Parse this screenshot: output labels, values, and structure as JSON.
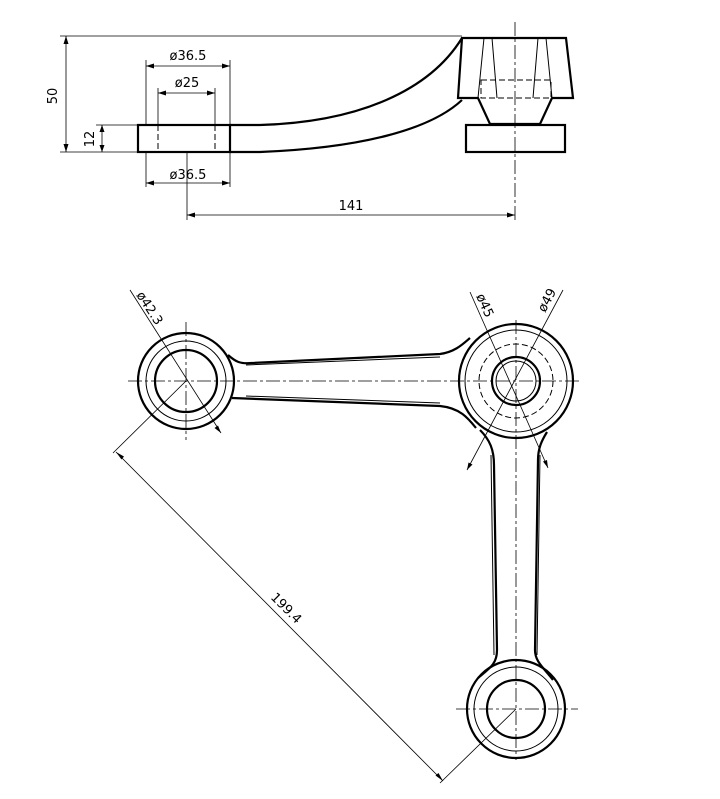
{
  "side_view": {
    "dim_dia_outer_top": "ø36.5",
    "dim_dia_inner": "ø25",
    "dim_dia_outer_bottom": "ø36.5",
    "dim_height_total": "50",
    "dim_height_plate": "12",
    "dim_length": "141"
  },
  "plan_view": {
    "dim_dia_left_ring": "ø42.3",
    "dim_dia_center_inner": "ø45",
    "dim_dia_center_outer": "ø49",
    "dim_span": "199.4"
  }
}
